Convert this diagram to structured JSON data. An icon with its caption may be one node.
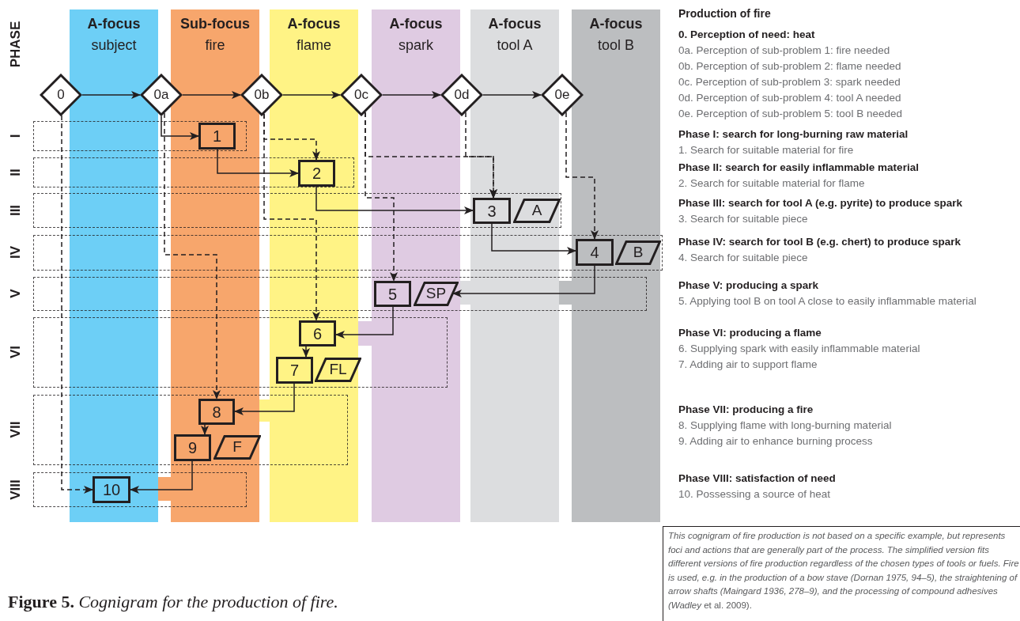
{
  "diagram": {
    "caption": "**Figure 5.** *Cognigram for the production of fire.*",
    "nodes": [
      {
        "text": [
          "0"
        ]
      },
      {
        "text": [
          "0a"
        ]
      },
      {
        "text": [
          "0b"
        ]
      },
      {
        "text": [
          "0c"
        ]
      },
      {
        "text": [
          "0d"
        ]
      },
      {
        "text": [
          "0e"
        ]
      },
      {
        "text": [
          "1"
        ]
      },
      {
        "text": [
          "2"
        ]
      },
      {
        "text": [
          "3"
        ]
      },
      {
        "text": [
          "A"
        ]
      },
      {
        "text": [
          "4"
        ]
      },
      {
        "text": [
          "B"
        ]
      },
      {
        "text": [
          "5"
        ]
      },
      {
        "text": [
          "SP"
        ]
      },
      {
        "text": [
          "6"
        ]
      },
      {
        "text": [
          "7"
        ]
      },
      {
        "text": [
          "FL"
        ]
      },
      {
        "text": [
          "8"
        ]
      },
      {
        "text": [
          "9"
        ]
      },
      {
        "text": [
          "F"
        ]
      },
      {
        "text": [
          "10"
        ]
      },
      {
        "text": [
          "*This cognigram of fire production is not based on a specific example, but represents foci and actions that are generally part of the process. The simplified version fits different versions of fire production regardless of the chosen types of tools or fuels. Fire is used, e.g. in the production of a bow stave (Dornan 1975, 94–5), the straightening of arrow shafts (Maingard 1936, 278–9), and the processing of compound adhesives (Wadley* et al. 2009)."
        ]
      }
    ],
    "edges": [
      {
        "from": 0,
        "to": 1,
        "arrow": "to"
      },
      {
        "from": 1,
        "to": 2,
        "arrow": "to"
      },
      {
        "from": 2,
        "to": 3,
        "arrow": "to"
      },
      {
        "from": 3,
        "to": 4,
        "arrow": "to"
      },
      {
        "from": 4,
        "to": 5,
        "arrow": "to"
      },
      {
        "from": 1,
        "to": 6,
        "arrow": "to"
      },
      {
        "from": 6,
        "to": 7,
        "arrow": "to"
      },
      {
        "from": 7,
        "to": 8,
        "arrow": "to"
      },
      {
        "from": 8,
        "to": 10,
        "arrow": "to"
      },
      {
        "from": 10,
        "to": 13,
        "arrow": "to"
      },
      {
        "from": 12,
        "to": 14,
        "arrow": "to"
      },
      {
        "from": 14,
        "to": 15,
        "arrow": "to"
      },
      {
        "from": 15,
        "to": 17,
        "arrow": "to"
      },
      {
        "from": 17,
        "to": 18,
        "arrow": "to"
      },
      {
        "from": 18,
        "to": 20,
        "arrow": "to"
      },
      {
        "from": 1,
        "to": 17,
        "arrow": "to",
        "style": "dashed"
      },
      {
        "from": 2,
        "to": 7,
        "arrow": "to",
        "style": "dashed"
      },
      {
        "from": 2,
        "to": 14,
        "arrow": "to",
        "style": "dashed"
      },
      {
        "from": 3,
        "to": 8,
        "arrow": "to",
        "style": "dashed"
      },
      {
        "from": 4,
        "to": 8,
        "arrow": "to",
        "style": "dashed"
      },
      {
        "from": 3,
        "to": 12,
        "arrow": "to",
        "style": "dashed"
      },
      {
        "from": 5,
        "to": 10,
        "arrow": "to",
        "style": "dashed"
      },
      {
        "from": 0,
        "to": 20,
        "arrow": "to",
        "style": "dashed"
      }
    ],
    "labels": [
      "PHASE",
      "A-focus",
      "subject",
      "Sub-focus",
      "fire",
      "A-focus",
      "flame",
      "A-focus",
      "spark",
      "A-focus",
      "tool A",
      "A-focus",
      "tool B",
      "I",
      "II",
      "III",
      "IV",
      "V",
      "VI",
      "VII",
      "VIII",
      "Production of fire",
      "0. Perception of need: heat",
      "0a. Perception of sub-problem 1: fire needed",
      "0b. Perception of sub-problem 2: flame needed",
      "0c. Perception of sub-problem 3: spark needed",
      "0d. Perception of sub-problem 4: tool A needed",
      "0e. Perception of sub-problem 5: tool B needed",
      "Phase I: search for long-burning raw material",
      "1. Search for suitable material for fire",
      "Phase II: search for easily inflammable material",
      "2. Search for suitable material for flame",
      "Phase III: search for tool A (e.g. pyrite) to produce spark",
      "3. Search for suitable piece",
      "Phase IV: search for tool B (e.g. chert) to produce spark",
      "4. Search for suitable piece",
      "Phase V: producing a spark",
      "5. Applying tool B on tool A close to easily inflammable material",
      "Phase VI: producing a flame",
      "6. Supplying spark with easily inflammable material",
      "7. Adding air to support flame",
      "Phase VII: producing a fire",
      "8. Supplying flame with long-burning material",
      "9. Adding air to enhance burning process",
      "Phase VIII: satisfaction of need",
      "10. Possessing a source of heat"
    ]
  }
}
